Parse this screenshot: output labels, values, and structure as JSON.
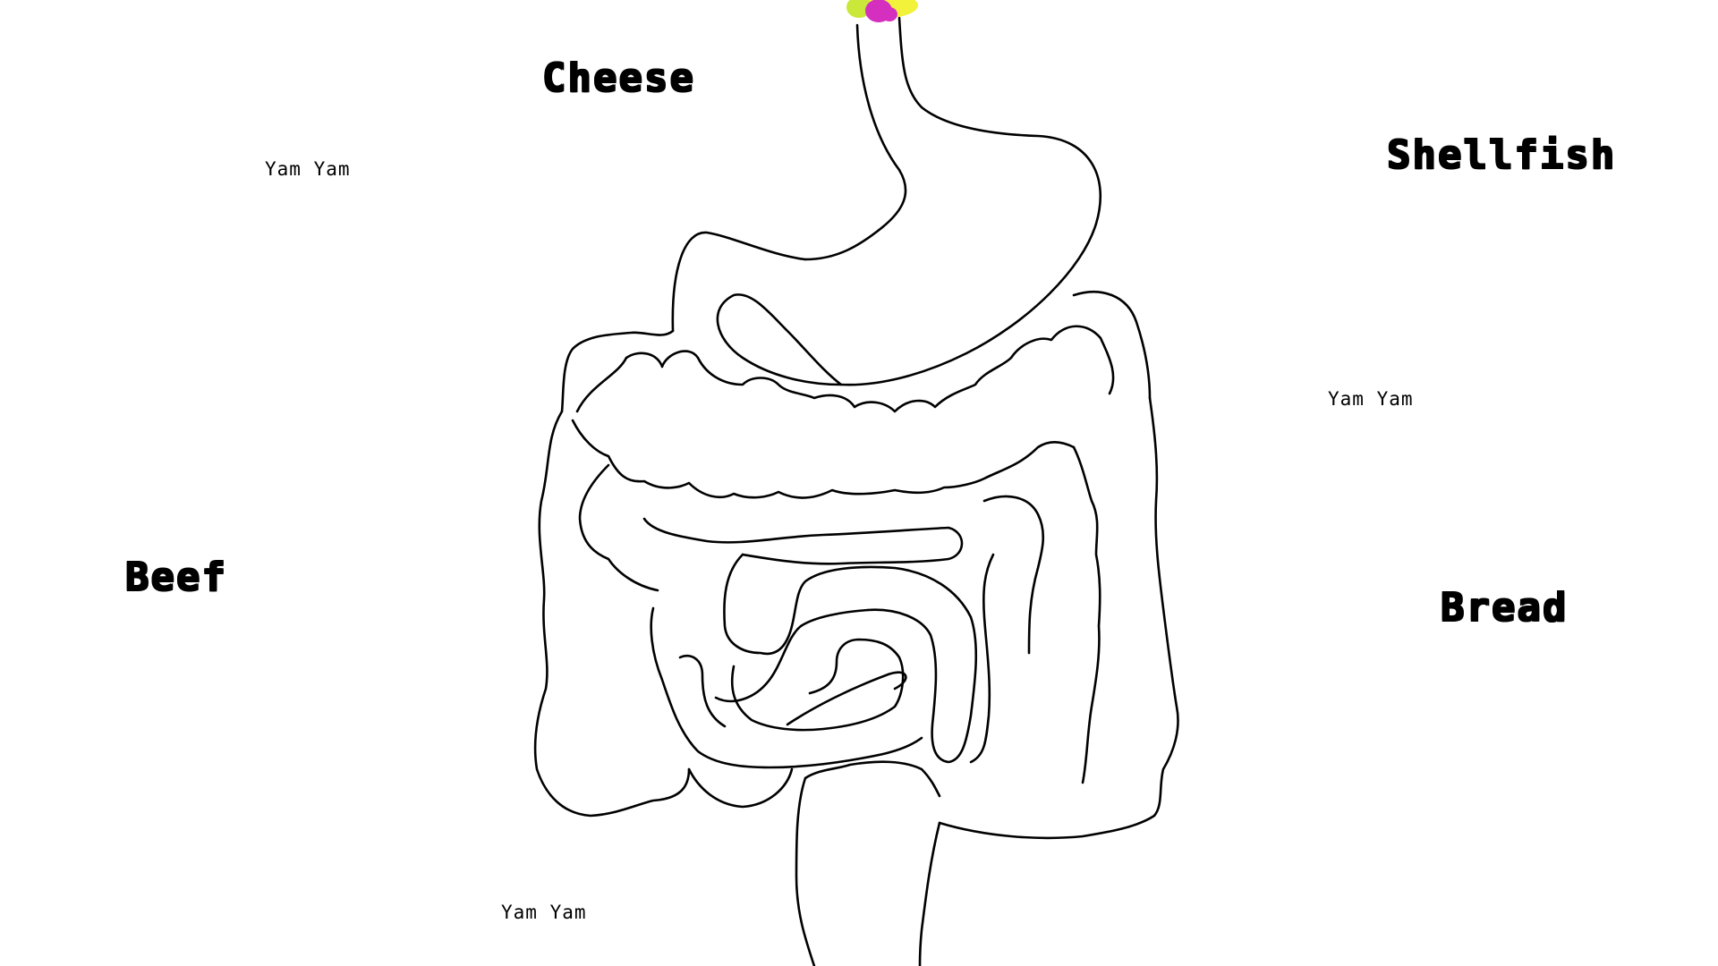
{
  "foods": {
    "cheese": "Cheese",
    "shellfish": "Shellfish",
    "beef": "Beef",
    "bread": "Bread"
  },
  "labels": {
    "yam_top_left": "Yam Yam",
    "yam_right": "Yam Yam",
    "yam_bottom": "Yam Yam"
  },
  "icons": {
    "digestive_tract": "digestive-system-icon",
    "food_blob": "food-bolus-icon"
  },
  "colors": {
    "outline": "#000000",
    "background": "#ffffff",
    "blob_yellow": "#f2f23a",
    "blob_green": "#c9e83a",
    "blob_magenta": "#d42fbf"
  }
}
